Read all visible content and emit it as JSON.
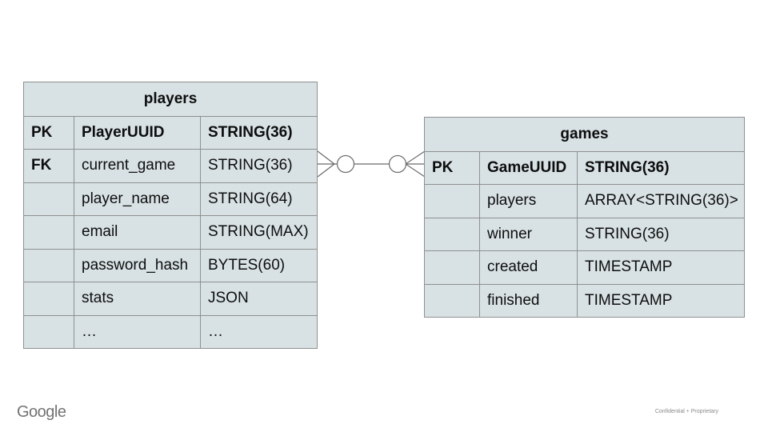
{
  "tables": {
    "players": {
      "title": "players",
      "rows": [
        {
          "key": "PK",
          "name": "PlayerUUID",
          "type": "STRING(36)"
        },
        {
          "key": "FK",
          "name": "current_game",
          "type": "STRING(36)"
        },
        {
          "key": "",
          "name": "player_name",
          "type": "STRING(64)"
        },
        {
          "key": "",
          "name": "email",
          "type": "STRING(MAX)"
        },
        {
          "key": "",
          "name": "password_hash",
          "type": "BYTES(60)"
        },
        {
          "key": "",
          "name": "stats",
          "type": "JSON"
        },
        {
          "key": "",
          "name": "…",
          "type": "…"
        }
      ]
    },
    "games": {
      "title": "games",
      "rows": [
        {
          "key": "PK",
          "name": "GameUUID",
          "type": "STRING(36)"
        },
        {
          "key": "",
          "name": "players",
          "type": "ARRAY<STRING(36)>"
        },
        {
          "key": "",
          "name": "winner",
          "type": "STRING(36)"
        },
        {
          "key": "",
          "name": "created",
          "type": "TIMESTAMP"
        },
        {
          "key": "",
          "name": "finished",
          "type": "TIMESTAMP"
        }
      ]
    }
  },
  "relationship": {
    "cardinality": "many-to-many",
    "left_end": "crow-foot-with-circle",
    "right_end": "crow-foot-with-circle"
  },
  "footer": {
    "logo": "Google",
    "note": "Confidential + Proprietary"
  },
  "colors": {
    "cell_fill": "#d8e2e4",
    "cell_border": "#8f8f8f",
    "connector": "#6b6b6b",
    "text": "#0d0d0d",
    "footer_text": "#8a8a8a",
    "logo_text": "#737373"
  }
}
